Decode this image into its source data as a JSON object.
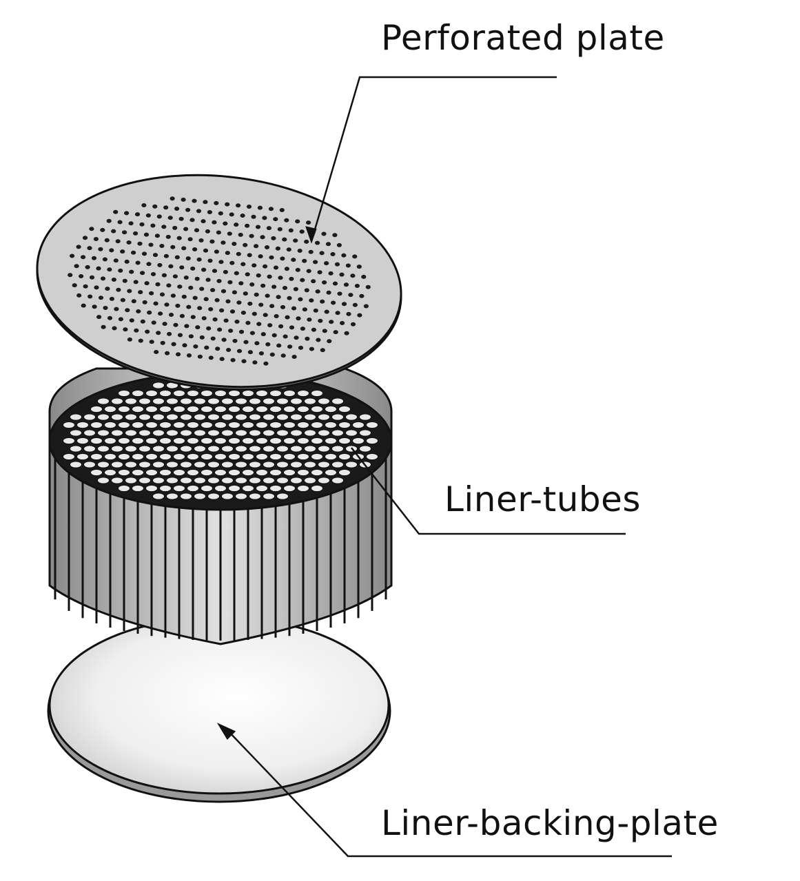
{
  "labels": {
    "perforated_plate": "Perforated plate",
    "liner_tubes": "Liner-tubes",
    "liner_backing_plate": "Liner-backing-plate"
  },
  "colors": {
    "line": "#111111",
    "plate_fill": "#cfcfcf",
    "tube_face": "#ffffff",
    "tube_body": "#bdbdbd",
    "backing_light": "#ffffff",
    "backing_dark": "#bcbcbc"
  }
}
